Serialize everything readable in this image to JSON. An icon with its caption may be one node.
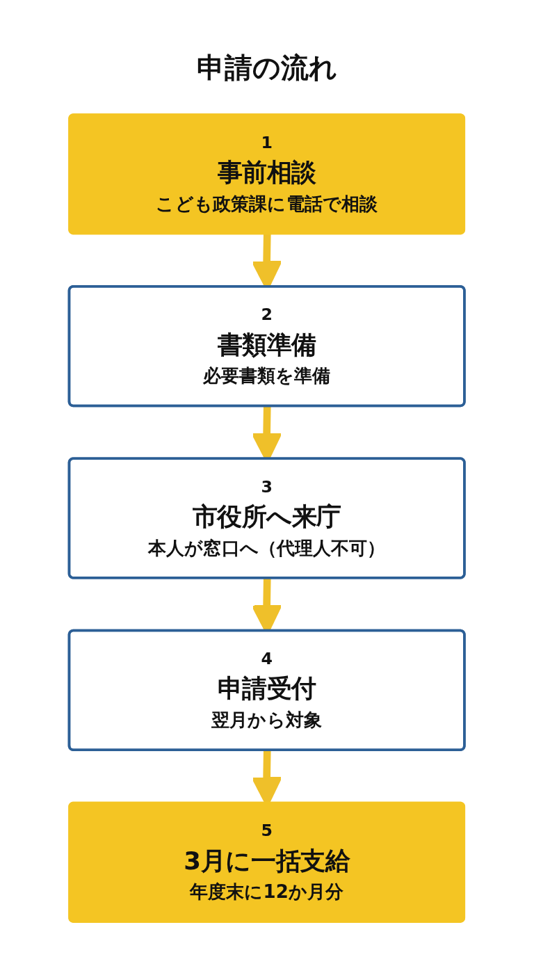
{
  "diagram": {
    "title": "申請の流れ",
    "nodes": [
      {
        "text": [
          "1",
          "事前相談",
          "こども政策課に電話で相談"
        ]
      },
      {
        "text": [
          "2",
          "書類準備",
          "必要書類を準備"
        ]
      },
      {
        "text": [
          "3",
          "市役所へ来庁",
          "本人が窓口へ（代理人不可）"
        ]
      },
      {
        "text": [
          "4",
          "申請受付",
          "翌月から対象"
        ]
      },
      {
        "text": [
          "5",
          "3月に一括支給",
          "年度末に12か月分"
        ]
      }
    ],
    "edges": [
      {
        "from": 0,
        "to": 1,
        "arrow": "to"
      },
      {
        "from": 1,
        "to": 2,
        "arrow": "to"
      },
      {
        "from": 2,
        "to": 3,
        "arrow": "to"
      },
      {
        "from": 3,
        "to": 4,
        "arrow": "to"
      }
    ]
  }
}
